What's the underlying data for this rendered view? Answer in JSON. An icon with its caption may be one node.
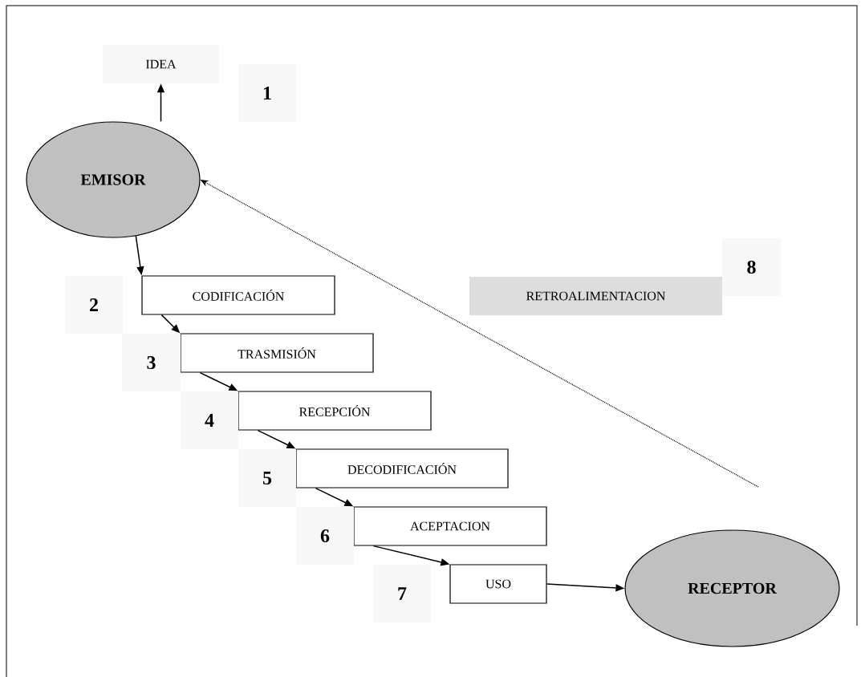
{
  "diagram": {
    "nodes": [
      {
        "text": [
          "IDEA"
        ]
      },
      {
        "text": [
          "EMISOR"
        ]
      },
      {
        "text": [
          "CODIFICACIÓN"
        ]
      },
      {
        "text": [
          "TRASMISIÓN"
        ]
      },
      {
        "text": [
          "RECEPCIÓN"
        ]
      },
      {
        "text": [
          "DECODIFICACIÓN"
        ]
      },
      {
        "text": [
          "ACEPTACION"
        ]
      },
      {
        "text": [
          "USO"
        ]
      },
      {
        "text": [
          "RECEPTOR"
        ]
      },
      {
        "text": [
          "RETROALIMENTACION"
        ]
      },
      {
        "text": [
          "1"
        ]
      },
      {
        "text": [
          "2"
        ]
      },
      {
        "text": [
          "3"
        ]
      },
      {
        "text": [
          "4"
        ]
      },
      {
        "text": [
          "5"
        ]
      },
      {
        "text": [
          "6"
        ]
      },
      {
        "text": [
          "7"
        ]
      },
      {
        "text": [
          "8"
        ]
      }
    ],
    "edges": [
      {
        "from": 1,
        "to": 0,
        "arrow": "to"
      },
      {
        "from": 1,
        "to": 2,
        "arrow": "to"
      },
      {
        "from": 2,
        "to": 3,
        "arrow": "to"
      },
      {
        "from": 3,
        "to": 4,
        "arrow": "to"
      },
      {
        "from": 4,
        "to": 5,
        "arrow": "to"
      },
      {
        "from": 5,
        "to": 6,
        "arrow": "to"
      },
      {
        "from": 6,
        "to": 7,
        "arrow": "to"
      },
      {
        "from": 7,
        "to": 8,
        "arrow": "to"
      },
      {
        "from": null,
        "to": 1,
        "arrow": "to",
        "style": "dashed"
      }
    ]
  }
}
